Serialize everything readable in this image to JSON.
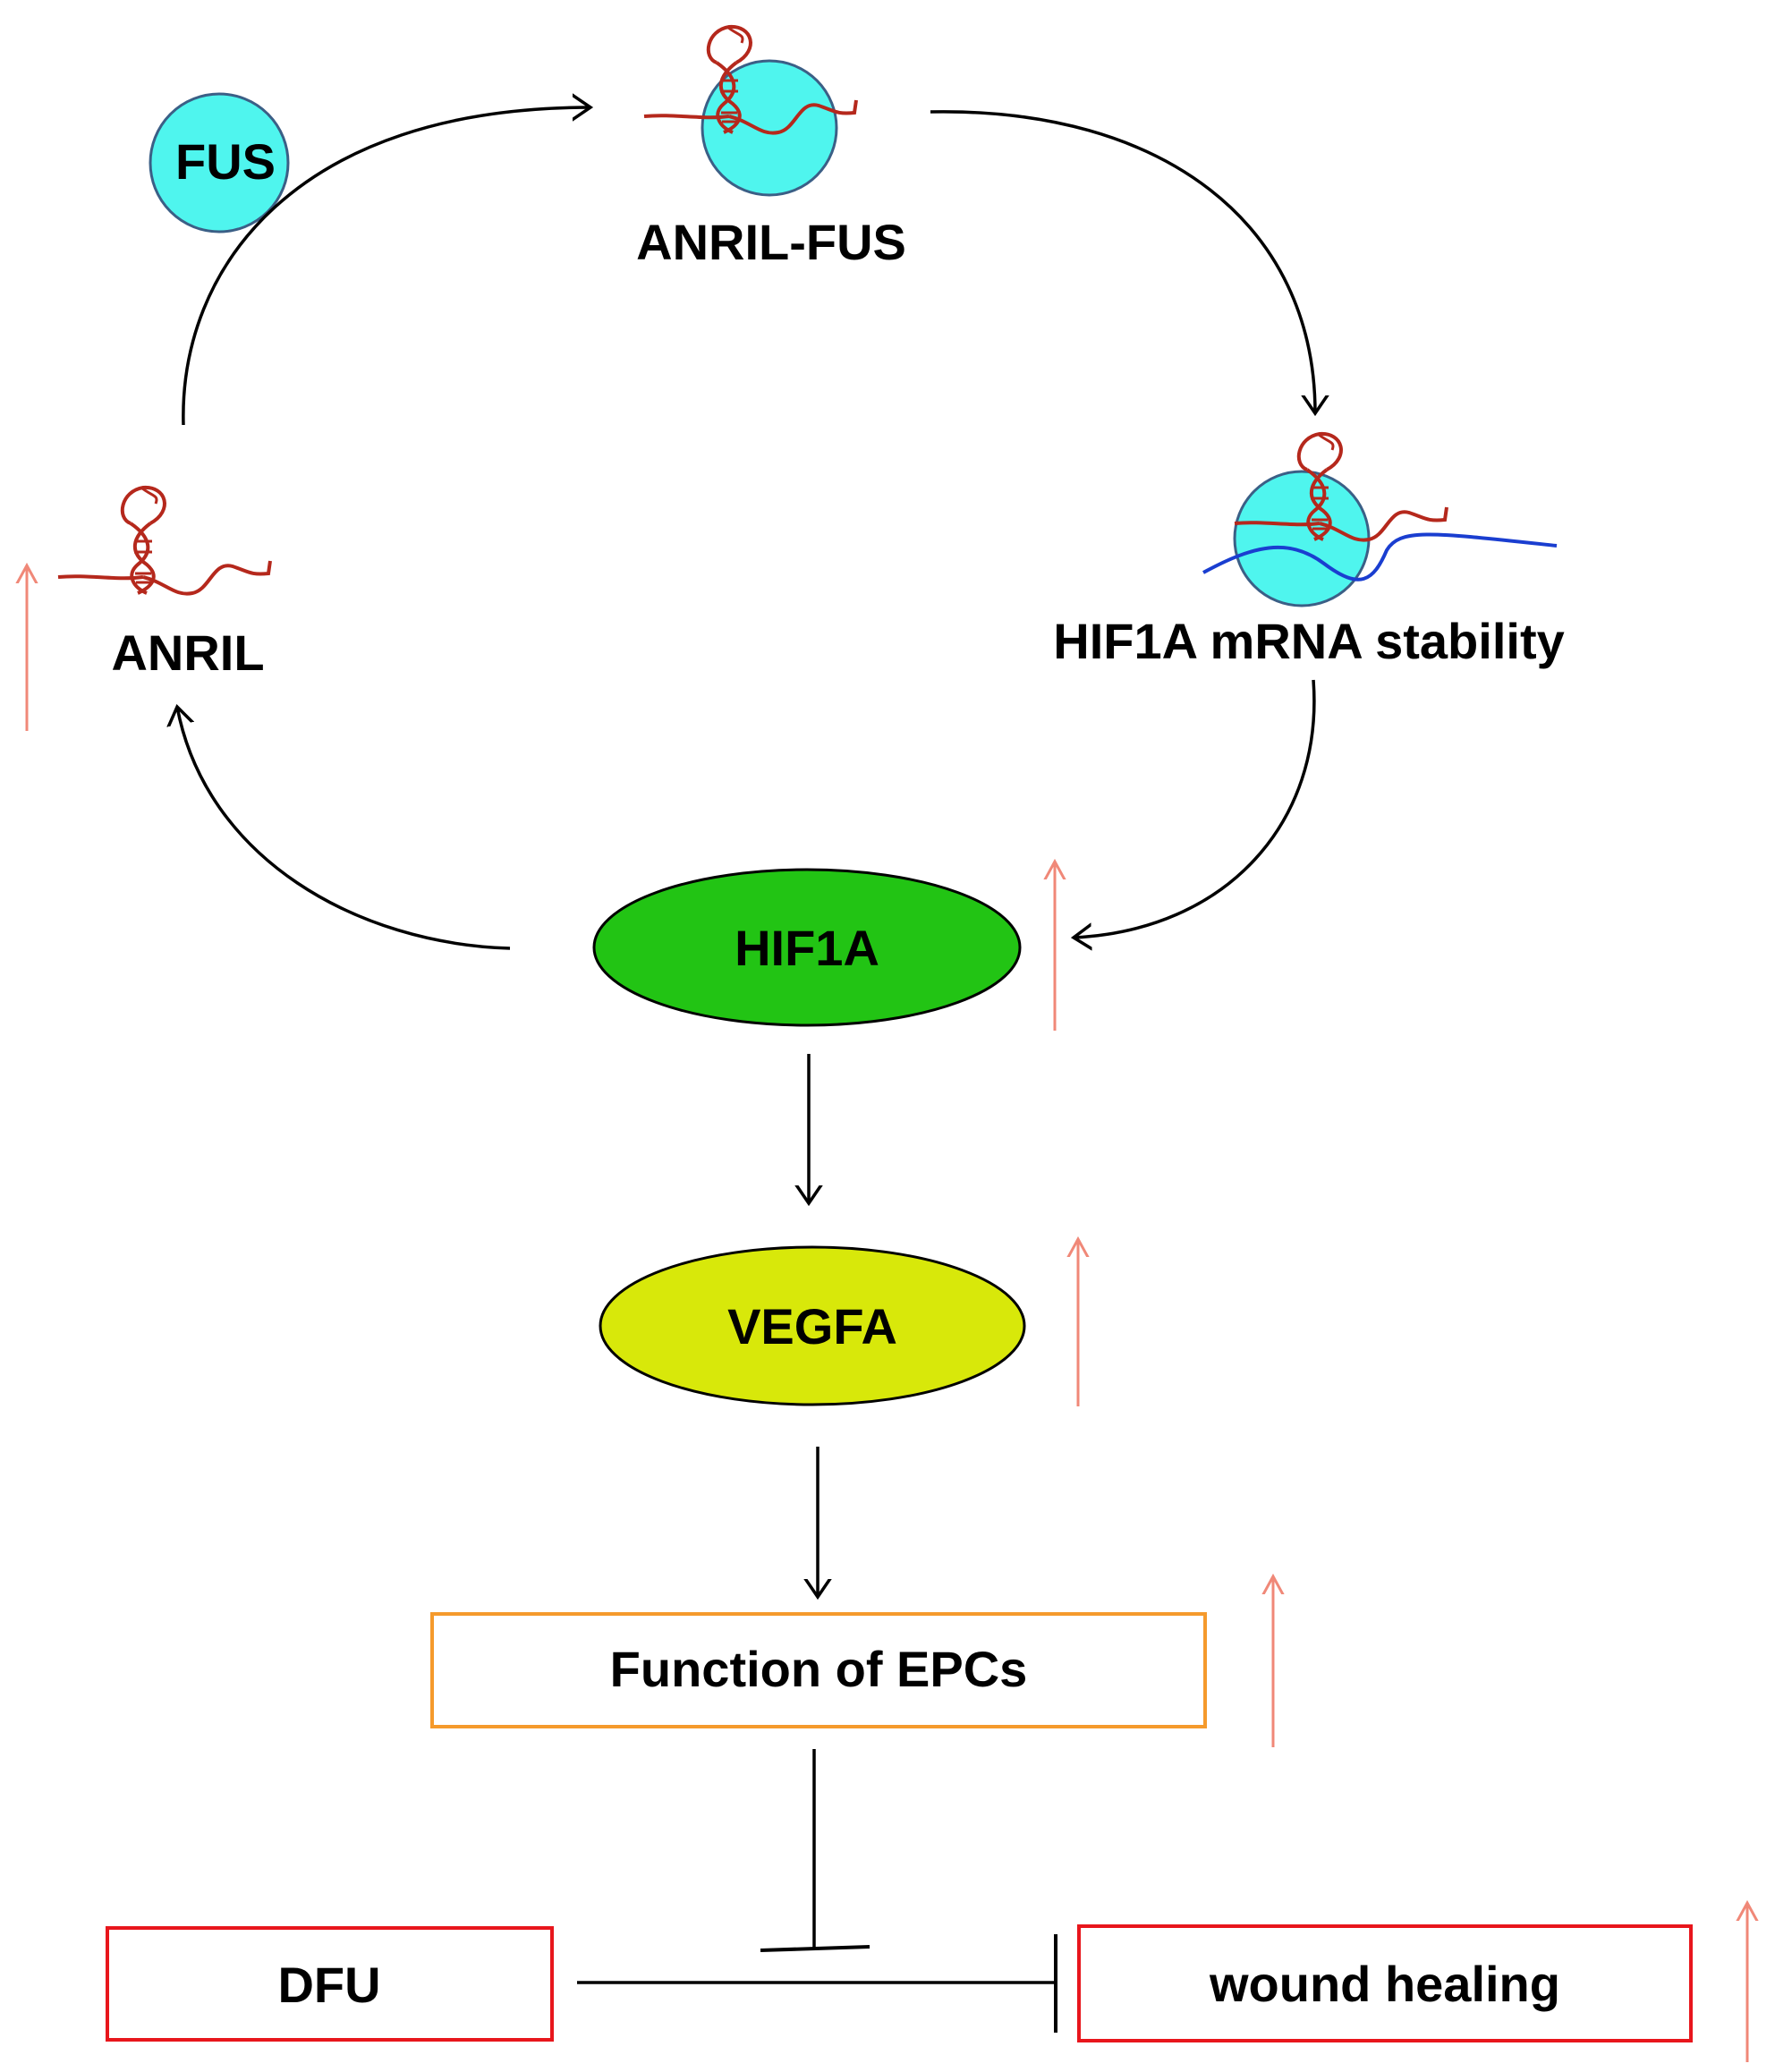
{
  "nodes": {
    "fus": "FUS",
    "anril_fus": "ANRIL-FUS",
    "anril": "ANRIL",
    "hif1a_mrna_stability": "HIF1A mRNA stability",
    "hif1a": "HIF1A",
    "vegfa": "VEGFA",
    "epcs_function": "Function of EPCs",
    "dfu": "DFU",
    "wound_healing": "wound healing"
  },
  "colors": {
    "fus_fill": "#4ff5ee",
    "hif1a_fill": "#22c414",
    "vegfa_fill": "#d8e80a",
    "epcs_border": "#f59a2c",
    "outcome_border": "#e8161c",
    "rna": "#b5281c",
    "mrna": "#1a3ed0",
    "up_arrow": "#f08878",
    "edge": "#000000"
  },
  "icons": [
    "lncrna-anril-icon",
    "up-regulation-arrow-icon",
    "inhibition-bar-icon"
  ]
}
